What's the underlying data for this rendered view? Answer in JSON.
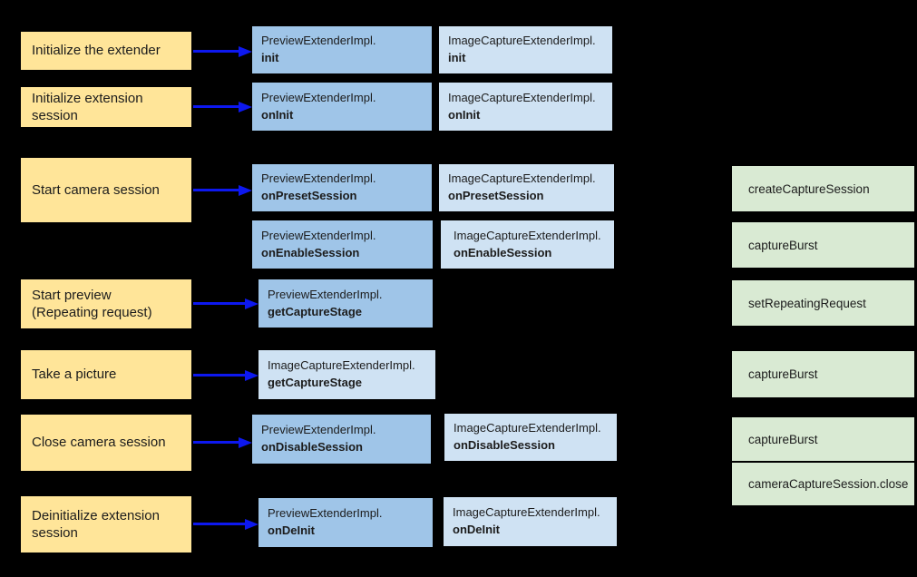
{
  "diagram": {
    "description": "Camera extension lifecycle flow",
    "colors": {
      "background": "#000000",
      "step_fill": "#ffe599",
      "preview_impl_fill": "#9fc5e8",
      "image_capture_impl_fill": "#cfe2f3",
      "camera2_fill": "#d9ead3",
      "arrow": "#0d18ef",
      "text": "#1c1c1c"
    },
    "steps": [
      {
        "label": "Initialize the extender"
      },
      {
        "label": "Initialize extension\nsession"
      },
      {
        "label": "Start camera session"
      },
      {
        "label": "Start preview\n(Repeating request)"
      },
      {
        "label": "Take a picture"
      },
      {
        "label": "Close camera session"
      },
      {
        "label": "Deinitialize extension\nsession"
      }
    ],
    "impl_boxes": [
      {
        "class_name": "PreviewExtenderImpl.",
        "method": "init"
      },
      {
        "class_name": "ImageCaptureExtenderImpl.",
        "method": "init"
      },
      {
        "class_name": "PreviewExtenderImpl.",
        "method": "onInit"
      },
      {
        "class_name": "ImageCaptureExtenderImpl.",
        "method": "onInit"
      },
      {
        "class_name": "PreviewExtenderImpl.",
        "method": "onPresetSession"
      },
      {
        "class_name": "ImageCaptureExtenderImpl.",
        "method": "onPresetSession"
      },
      {
        "class_name": "PreviewExtenderImpl.",
        "method": "onEnableSession"
      },
      {
        "class_name": "ImageCaptureExtenderImpl.",
        "method": "onEnableSession"
      },
      {
        "class_name": "PreviewExtenderImpl.",
        "method": "getCaptureStage"
      },
      {
        "class_name": "ImageCaptureExtenderImpl.",
        "method": "getCaptureStage"
      },
      {
        "class_name": "PreviewExtenderImpl.",
        "method": "onDisableSession"
      },
      {
        "class_name": "ImageCaptureExtenderImpl.",
        "method": "onDisableSession"
      },
      {
        "class_name": "PreviewExtenderImpl.",
        "method": "onDeInit"
      },
      {
        "class_name": "ImageCaptureExtenderImpl.",
        "method": "onDeInit"
      }
    ],
    "camera2_boxes": [
      {
        "label": "createCaptureSession"
      },
      {
        "label": "captureBurst"
      },
      {
        "label": "setRepeatingRequest"
      },
      {
        "label": "captureBurst"
      },
      {
        "label": "captureBurst"
      },
      {
        "label": "cameraCaptureSession.close"
      }
    ]
  }
}
